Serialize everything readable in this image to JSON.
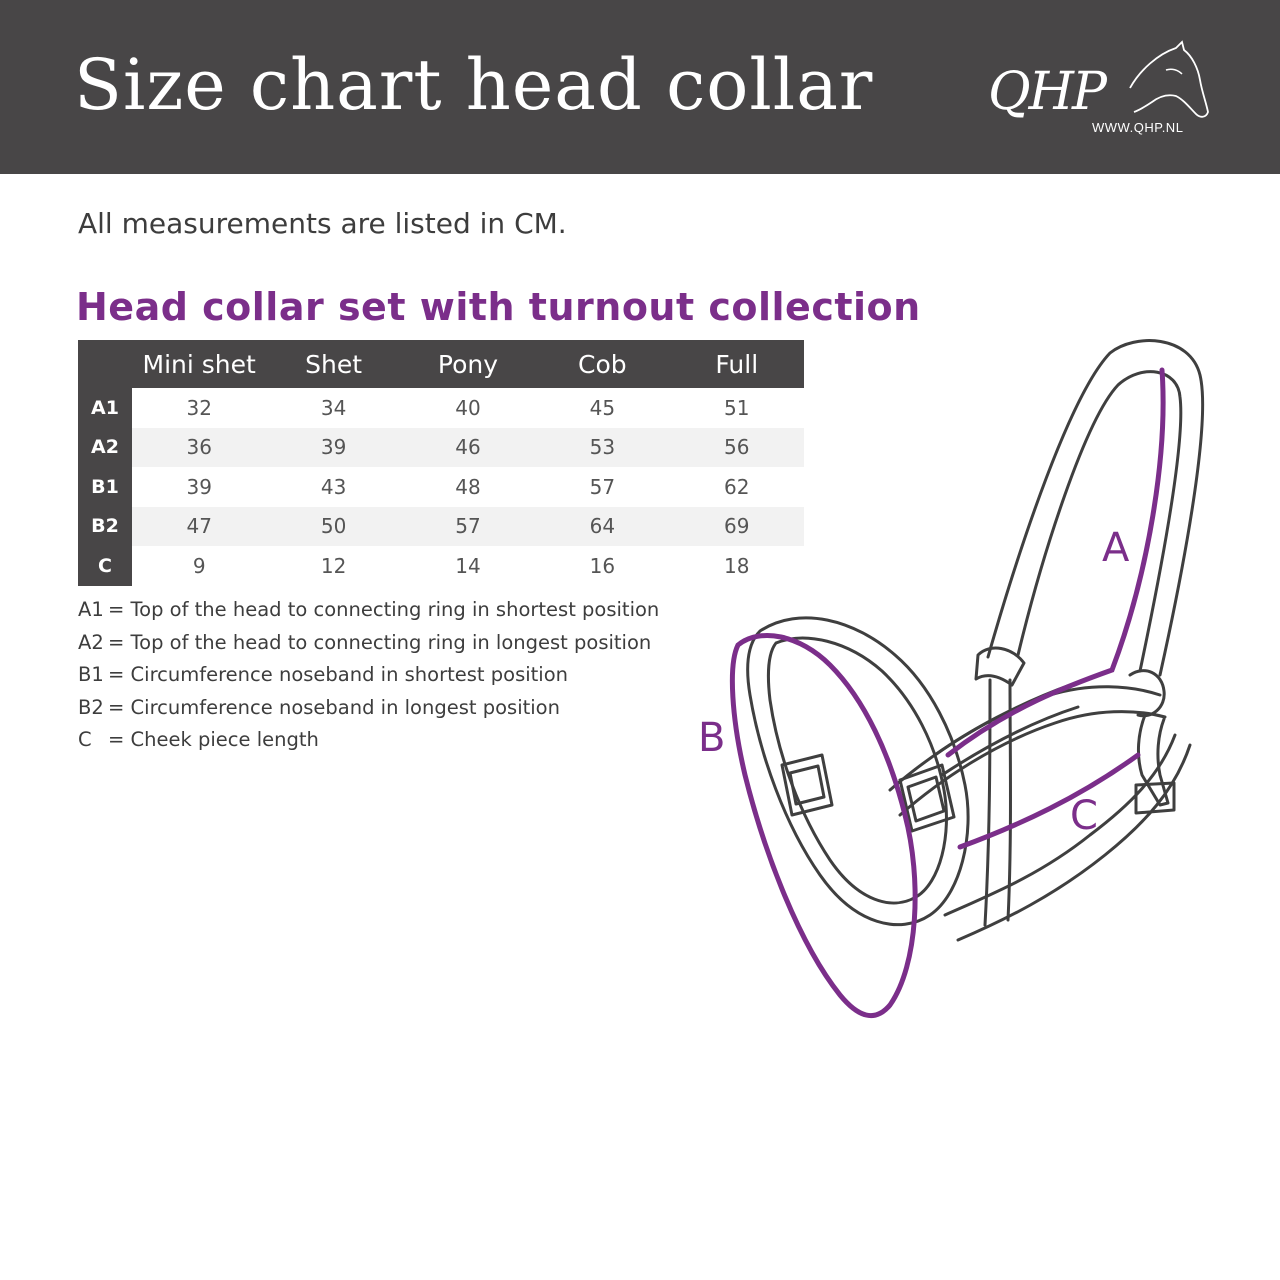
{
  "header": {
    "title": "Size chart head collar",
    "logo_text": "QHP",
    "logo_url": "WWW.QHP.NL"
  },
  "intro": "All measurements are listed in CM.",
  "section_title": "Head collar set with turnout collection",
  "table": {
    "columns": [
      "Mini shet",
      "Shet",
      "Pony",
      "Cob",
      "Full"
    ],
    "rows": [
      {
        "label": "A1",
        "values": [
          "32",
          "34",
          "40",
          "45",
          "51"
        ]
      },
      {
        "label": "A2",
        "values": [
          "36",
          "39",
          "46",
          "53",
          "56"
        ]
      },
      {
        "label": "B1",
        "values": [
          "39",
          "43",
          "48",
          "57",
          "62"
        ]
      },
      {
        "label": "B2",
        "values": [
          "47",
          "50",
          "57",
          "64",
          "69"
        ]
      },
      {
        "label": "C",
        "values": [
          "9",
          "12",
          "14",
          "16",
          "18"
        ]
      }
    ]
  },
  "legend": [
    {
      "key": "A1",
      "text": "= Top of the head to connecting ring in shortest position"
    },
    {
      "key": "A2",
      "text": "= Top of the head to connecting ring in longest position"
    },
    {
      "key": "B1",
      "text": "= Circumference noseband in shortest position"
    },
    {
      "key": "B2",
      "text": "= Circumference noseband in longest position"
    },
    {
      "key": "C",
      "text": "= Cheek piece length"
    }
  ],
  "diagram": {
    "label_a": "A",
    "label_b": "B",
    "label_c": "C"
  },
  "colors": {
    "banner": "#484647",
    "accent": "#7b2e8a",
    "shaded_row": "#f2f2f2"
  }
}
